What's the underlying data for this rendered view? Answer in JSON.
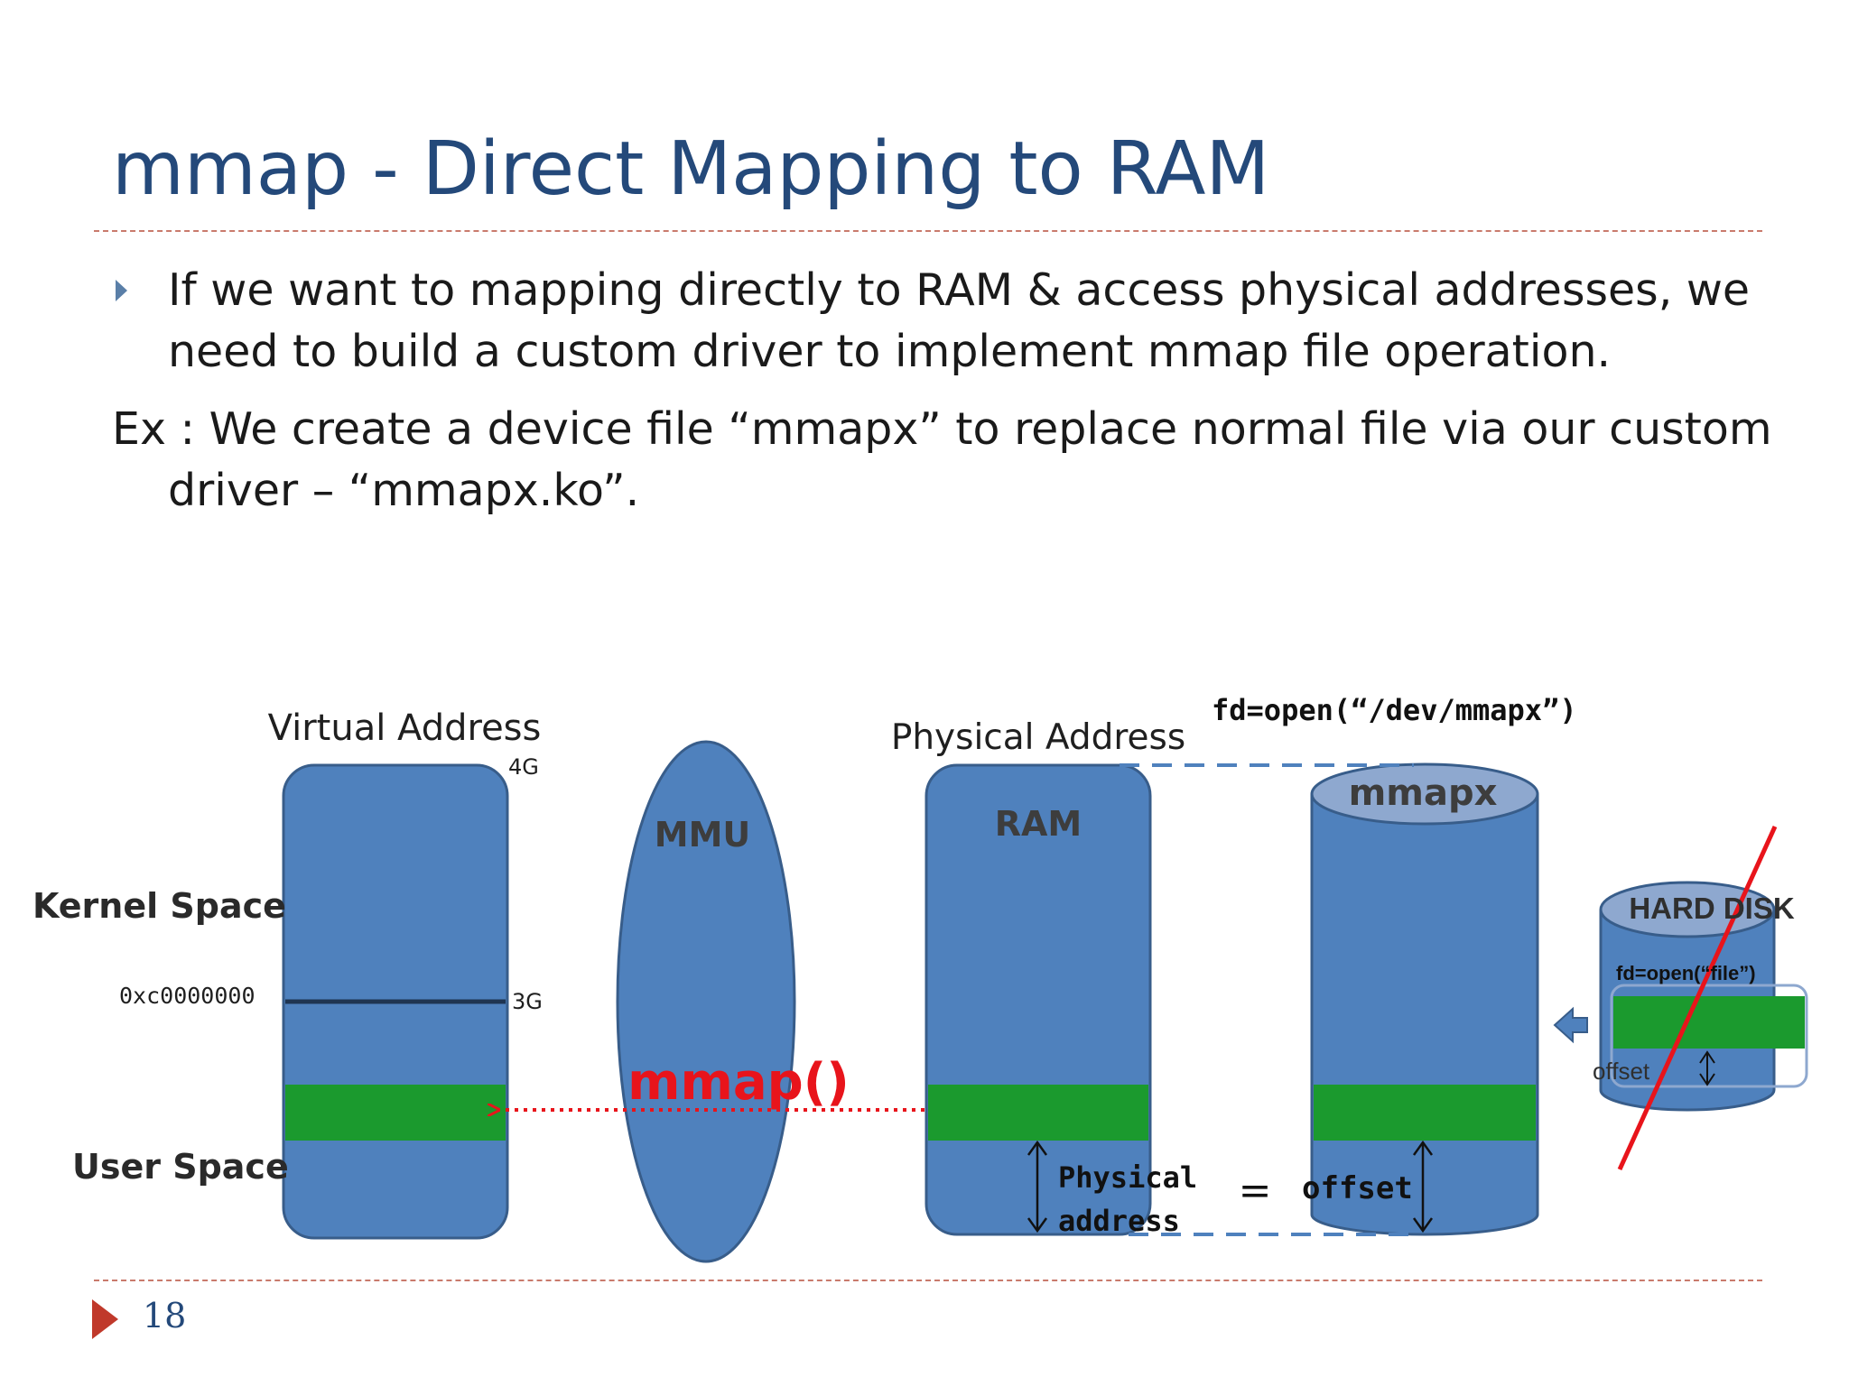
{
  "slide": {
    "title": "mmap -  Direct Mapping to RAM",
    "bullet_line1": "If we want to mapping directly to RAM & access physical addresses, we",
    "bullet_line2": "need to build a custom driver to implement mmap file operation.",
    "example_line1": "Ex : We create a device file “mmapx” to replace normal file via our custom",
    "example_line2": "driver – “mmapx.ko”.",
    "page_number": "18"
  },
  "diagram": {
    "virtual_address_label": "Virtual Address",
    "tick_4g": "4G",
    "tick_3g": "3G",
    "kernel_space_label": "Kernel Space",
    "user_space_label": "User Space",
    "boundary_address": "0xc0000000",
    "mmu_label": "MMU",
    "mmap_call_label": "mmap()",
    "physical_address_label": "Physical Address",
    "ram_label": "RAM",
    "open_device_code": "fd=open(“/dev/mmapx”)",
    "device_file_label": "mmapx",
    "physical_address_caption_line1": "Physical",
    "physical_address_caption_line2": "address",
    "equals_sign": "=",
    "offset_label": "offset",
    "hard_disk_label": "HARD DISK",
    "open_file_code": "fd=open(“file”)",
    "disk_offset_label": "offset"
  },
  "colors": {
    "title_blue": "#24497a",
    "block_blue": "#4f81bd",
    "block_border": "#385d8a",
    "mapped_region_green": "#1b9a2e",
    "mmap_red": "#e8141b",
    "disk_top": "#8ea8cf"
  }
}
